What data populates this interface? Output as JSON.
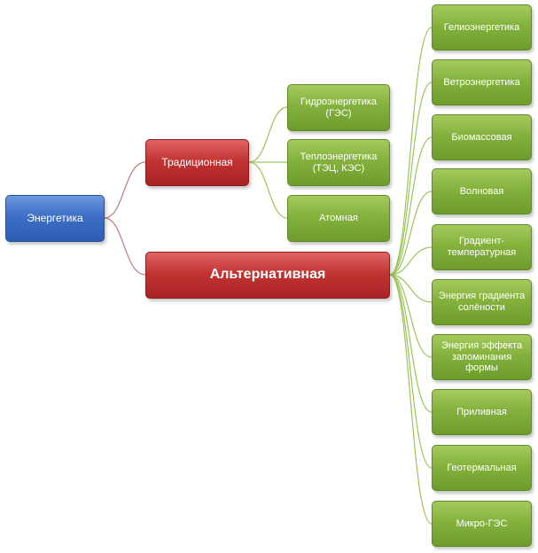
{
  "diagram": {
    "root": {
      "label": "Энергетика"
    },
    "traditional": {
      "label": "Традиционная",
      "children": [
        "Гидроэнергетика (ГЭС)",
        "Теплоэнергетика (ТЭЦ, КЭС)",
        "Атомная"
      ]
    },
    "alternative": {
      "label": "Альтернативная",
      "children": [
        "Гелиоэнергетика",
        "Ветроэнергетика",
        "Биомассовая",
        "Волновая",
        "Градиент-температурная",
        "Энергия градиента солёности",
        "Энергия эффекта запоминания формы",
        "Приливная",
        "Геотермальная",
        "Микро-ГЭС"
      ]
    },
    "colors": {
      "root": "#3d6fc6",
      "category": "#c33434",
      "leaf": "#84b23d",
      "edge_root": "#c27a7a",
      "edge_leaf": "#9bc45a"
    }
  }
}
